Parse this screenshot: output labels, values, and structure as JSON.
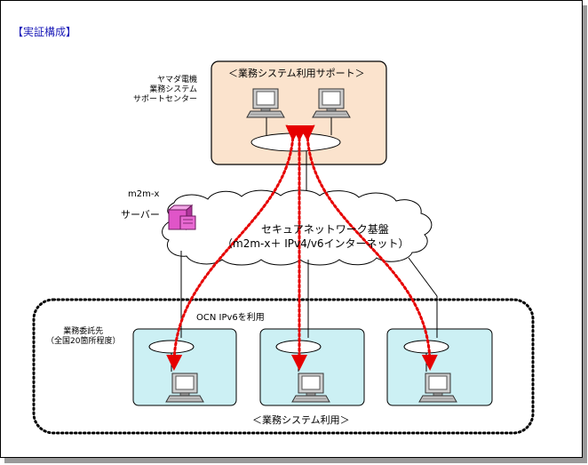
{
  "title": "【実証構成】",
  "support_center": {
    "label_lines": [
      "ヤマダ電機",
      "業務システム",
      "サポートセンター"
    ],
    "box_title": "＜業務システム利用サポート＞"
  },
  "server": {
    "name": "m2m-x",
    "label": "サーバー"
  },
  "network": {
    "name": "セキュアネットワーク基盤",
    "sub": "（m2m-x＋ IPv4/v6インターネット）"
  },
  "partners": {
    "ocn_label": "OCN IPv6を利用",
    "label_lines": [
      "業務委託先",
      "（全国20箇所程度）"
    ],
    "bottom_title": "＜業務システム利用＞"
  },
  "colors": {
    "support_box": "#fbe3cd",
    "partner_box": "#ccf0f4",
    "arrow": "#e60000",
    "server": "#e055c8",
    "title": "#1a1ab8"
  },
  "icons": [
    "computer-icon",
    "server-icon",
    "cloud-shape",
    "hub-ellipse"
  ]
}
